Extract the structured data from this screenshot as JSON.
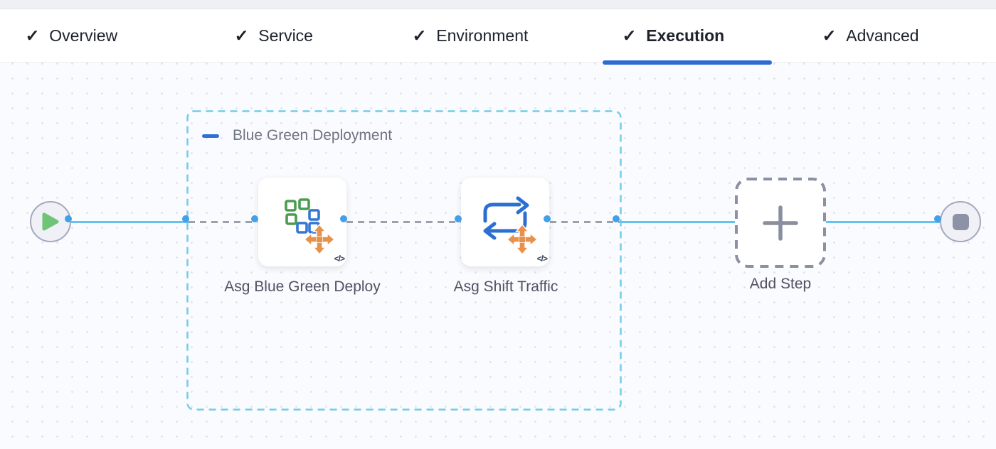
{
  "icons": {
    "check": "✓",
    "code": "</>",
    "minus": "−",
    "plus": "+",
    "play": "play-triangle",
    "stop": "stop-square"
  },
  "tabs": {
    "active": "Execution",
    "items": [
      {
        "label": "Overview",
        "checked": true
      },
      {
        "label": "Service",
        "checked": true
      },
      {
        "label": "Environment",
        "checked": true
      },
      {
        "label": "Execution",
        "checked": true
      },
      {
        "label": "Advanced",
        "checked": true
      }
    ]
  },
  "canvas": {
    "group": {
      "label": "Blue Green Deployment",
      "collapsed": false
    },
    "steps": [
      {
        "label": "Asg Blue Green Deploy",
        "icon": "asg-blue-green-deploy-icon"
      },
      {
        "label": "Asg Shift Traffic",
        "icon": "asg-shift-traffic-icon"
      }
    ],
    "add_step": {
      "label": "Add Step"
    }
  },
  "colors": {
    "active_tab_underline": "#2e6bd0",
    "edge_solid_blue": "#66c3ee",
    "edge_dashed_gray": "#9aa0ac",
    "port_ring_blue": "#42a0e8",
    "group_border_cyan": "#72cde8",
    "group_minus_blue": "#2f6fd6",
    "play_green": "#6fc475",
    "stop_gray": "#8e92a6",
    "icon_orange": "#e8914a",
    "icon_green": "#4a9d4e",
    "icon_blue": "#3476d2",
    "swap_arrow_blue": "#2b6fd2"
  }
}
